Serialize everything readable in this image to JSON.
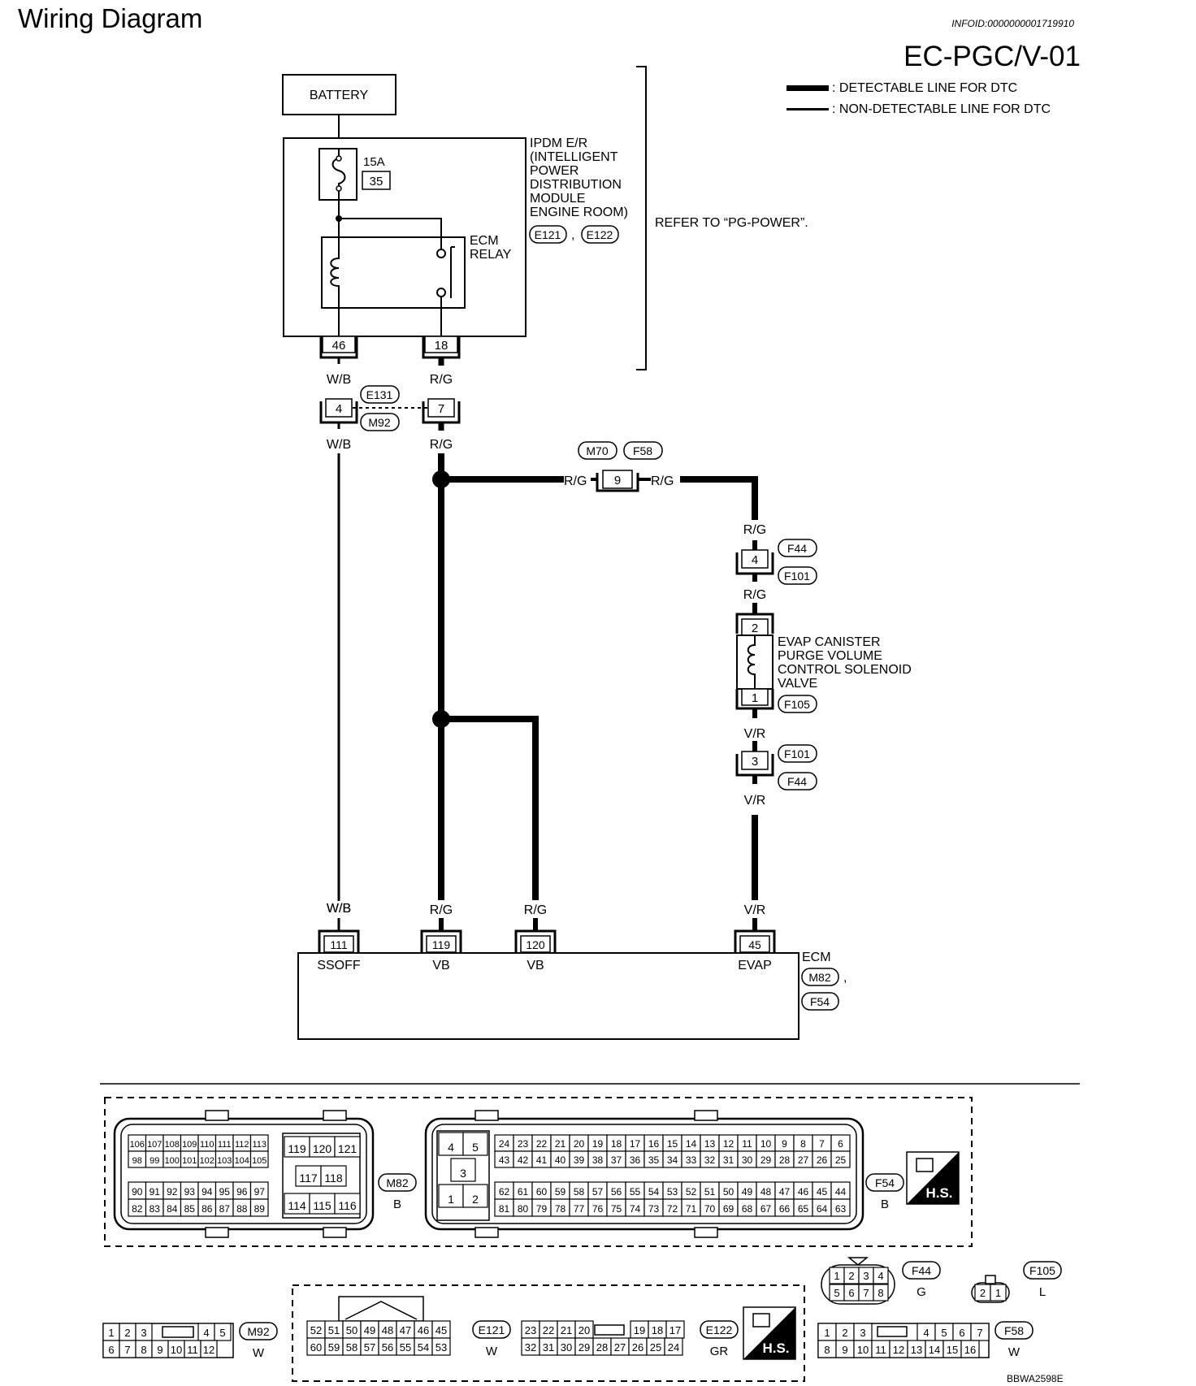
{
  "header": {
    "title": "Wiring Diagram",
    "info_id": "INFOID:0000000001719910",
    "page_code": "EC-PGC/V-01"
  },
  "legend": {
    "thick": ": DETECTABLE LINE FOR DTC",
    "thin": ": NON-DETECTABLE LINE FOR DTC"
  },
  "battery": "BATTERY",
  "fuse": {
    "amps": "15A",
    "number": "35"
  },
  "ipdm": {
    "lines": [
      "IPDM E/R",
      "(INTELLIGENT",
      "POWER",
      "DISTRIBUTION",
      "MODULE",
      "ENGINE ROOM)"
    ],
    "connectors": [
      "E121",
      "E122"
    ],
    "refer": "REFER TO “PG-POWER”."
  },
  "relay": [
    "ECM",
    "RELAY"
  ],
  "ipdm_pins": [
    "46",
    "18"
  ],
  "wires": {
    "wb": "W/B",
    "rg": "R/G",
    "vr": "V/R"
  },
  "junction": {
    "pins": [
      "4",
      "7"
    ],
    "connectors": [
      "E131",
      "M92"
    ]
  },
  "jc2": {
    "pin": "9",
    "connectors": [
      "M70",
      "F58"
    ]
  },
  "f44": {
    "pin": "4",
    "connectors": [
      "F44",
      "F101"
    ]
  },
  "solenoid": {
    "pins": [
      "2",
      "1"
    ],
    "lines": [
      "EVAP CANISTER",
      "PURGE VOLUME",
      "CONTROL SOLENOID",
      "VALVE"
    ],
    "connector": "F105"
  },
  "f101b": {
    "pin": "3",
    "connectors": [
      "F101",
      "F44"
    ]
  },
  "ecm": {
    "title": "ECM",
    "connectors": [
      "M82",
      "F54"
    ],
    "pins": [
      {
        "num": "111",
        "label": "SSOFF"
      },
      {
        "num": "119",
        "label": "VB"
      },
      {
        "num": "120",
        "label": "VB"
      },
      {
        "num": "45",
        "label": "EVAP"
      }
    ]
  },
  "face_views": {
    "m82": {
      "name": "M82",
      "color": "B",
      "r1": [
        "106",
        "107",
        "108",
        "109",
        "110",
        "111",
        "112",
        "113"
      ],
      "r2": [
        "98",
        "99",
        "100",
        "101",
        "102",
        "103",
        "104",
        "105"
      ],
      "r3": [
        "90",
        "91",
        "92",
        "93",
        "94",
        "95",
        "96",
        "97"
      ],
      "r4": [
        "82",
        "83",
        "84",
        "85",
        "86",
        "87",
        "88",
        "89"
      ],
      "mid_top": [
        "119",
        "120",
        "121"
      ],
      "mid_mid": [
        "117",
        "118"
      ],
      "mid_bot": [
        "114",
        "115",
        "116"
      ]
    },
    "f54": {
      "name": "F54",
      "color": "B",
      "left": [
        "4",
        "5",
        "3",
        "1",
        "2"
      ],
      "r1": [
        "24",
        "23",
        "22",
        "21",
        "20",
        "19",
        "18",
        "17",
        "16",
        "15",
        "14",
        "13",
        "12",
        "11",
        "10",
        "9",
        "8",
        "7",
        "6"
      ],
      "r2": [
        "43",
        "42",
        "41",
        "40",
        "39",
        "38",
        "37",
        "36",
        "35",
        "34",
        "33",
        "32",
        "31",
        "30",
        "29",
        "28",
        "27",
        "26",
        "25"
      ],
      "r3": [
        "62",
        "61",
        "60",
        "59",
        "58",
        "57",
        "56",
        "55",
        "54",
        "53",
        "52",
        "51",
        "50",
        "49",
        "48",
        "47",
        "46",
        "45",
        "44"
      ],
      "r4": [
        "81",
        "80",
        "79",
        "78",
        "77",
        "76",
        "75",
        "74",
        "73",
        "72",
        "71",
        "70",
        "69",
        "68",
        "67",
        "66",
        "65",
        "64",
        "63"
      ]
    },
    "hs": "H.S.",
    "m92": {
      "name": "M92",
      "color": "W",
      "r1": [
        "1",
        "2",
        "3",
        "4",
        "5"
      ],
      "r2": [
        "6",
        "7",
        "8",
        "9",
        "10",
        "11",
        "12"
      ]
    },
    "e121": {
      "name": "E121",
      "color": "W",
      "r1": [
        "52",
        "51",
        "50",
        "49",
        "48",
        "47",
        "46",
        "45"
      ],
      "r2": [
        "60",
        "59",
        "58",
        "57",
        "56",
        "55",
        "54",
        "53"
      ]
    },
    "e122": {
      "name": "E122",
      "color": "GR",
      "r1": [
        "23",
        "22",
        "21",
        "20",
        "19",
        "18",
        "17"
      ],
      "r2": [
        "32",
        "31",
        "30",
        "29",
        "28",
        "27",
        "26",
        "25",
        "24"
      ]
    },
    "f44": {
      "name": "F44",
      "color": "G",
      "r1": [
        "1",
        "2",
        "3",
        "4"
      ],
      "r2": [
        "5",
        "6",
        "7",
        "8"
      ]
    },
    "f105": {
      "name": "F105",
      "color": "L",
      "pins": [
        "2",
        "1"
      ]
    },
    "f58": {
      "name": "F58",
      "color": "W",
      "r1": [
        "1",
        "2",
        "3",
        "4",
        "5",
        "6",
        "7"
      ],
      "r2": [
        "8",
        "9",
        "10",
        "11",
        "12",
        "13",
        "14",
        "15",
        "16"
      ]
    }
  },
  "image_id": "BBWA2598E"
}
